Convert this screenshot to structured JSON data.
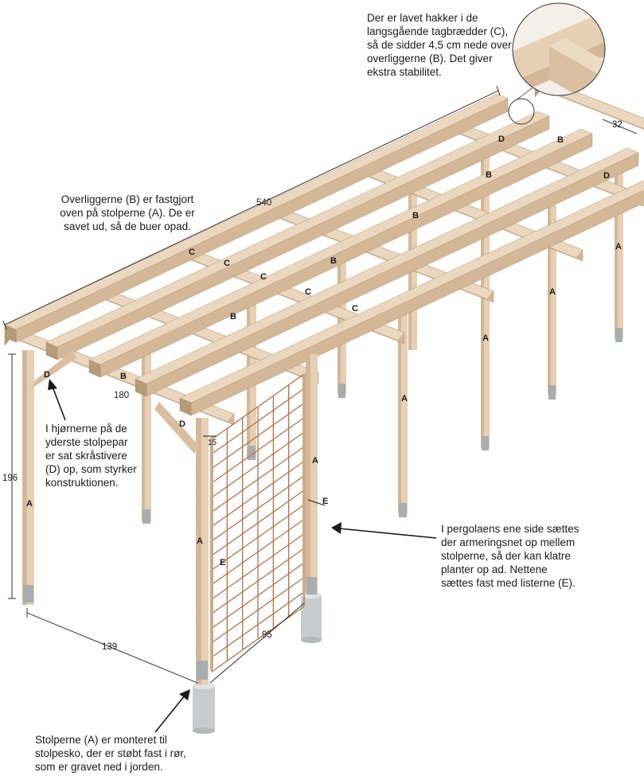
{
  "notes": {
    "notches": "Der er lavet hakker i de\nlangsgående tagbrædder (C),\nså de sidder 4,5 cm nede over\noverliggerne (B). Det giver\nekstra stabilitet.",
    "crossbeams": "Overliggerne (B) er fastgjort\noven på stolperne (A). De er\nsavet ud, så de buer opad.",
    "braces": "I hjørnerne på de\nyderste stolpepar\ner sat skråstivere\n(D) op, som styrker\nkonstruktionen.",
    "mesh": "I pergolaens ene side sættes\nder armeringsnet op mellem\nstolperne, så der kan klatre\nplanter op ad. Nettene\nsættes fast med listerne (E).",
    "posts": "Stolperne (A) er monteret til\nstolpesko, der er støbt fast i rør,\nsom er gravet ned i jorden."
  },
  "dimensions": {
    "length": "540",
    "width_top": "180",
    "post_spacing_end": "32",
    "height": "196",
    "depth_bottom": "139",
    "mesh_width": "95",
    "overhang": "15"
  },
  "part_labels": {
    "a": "A",
    "b": "B",
    "c": "C",
    "d": "D",
    "e": "E"
  },
  "colors": {
    "wood_top": "#ead7bd",
    "wood_side": "#d4b797",
    "wood_dark": "#b79a78",
    "rebar": "#b0714a",
    "concrete": "#c9cccd",
    "metal": "#a8adb0"
  }
}
